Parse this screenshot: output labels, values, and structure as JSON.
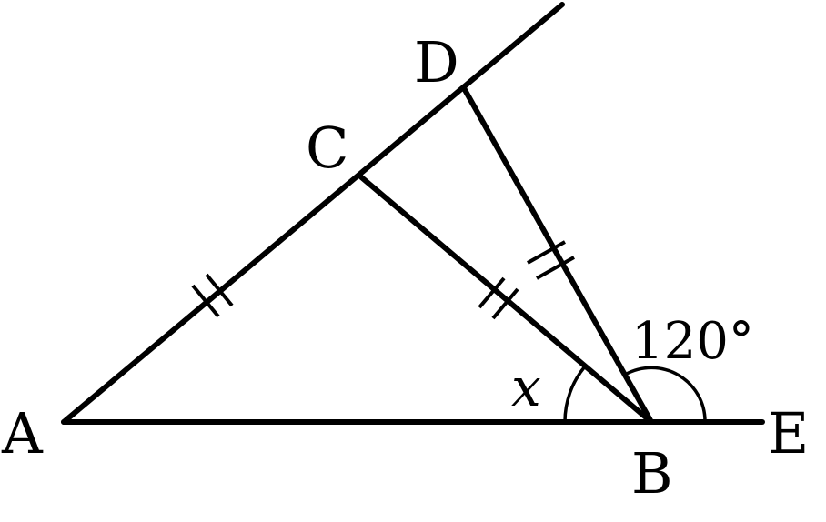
{
  "points": {
    "A": "A",
    "B": "B",
    "C": "C",
    "D": "D",
    "E": "E"
  },
  "angles": {
    "x_label": "x",
    "exterior_label": "120°"
  }
}
